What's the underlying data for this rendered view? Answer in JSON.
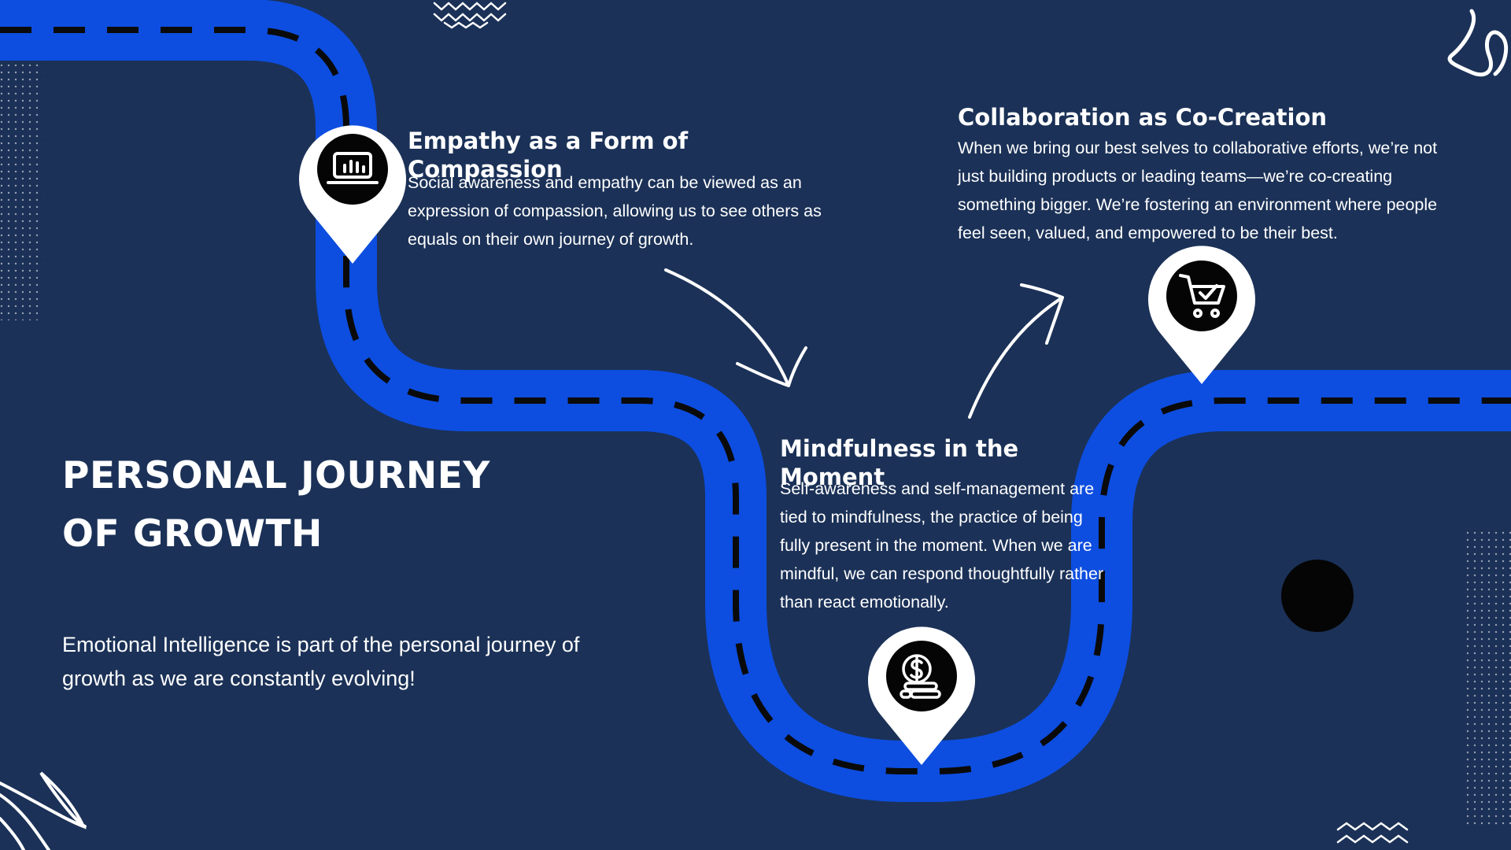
{
  "title_lines": [
    "PERSONAL JOURNEY",
    "OF GROWTH"
  ],
  "intro": "Emotional Intelligence is part of the personal journey of growth as we are constantly evolving!",
  "milestones": [
    {
      "title": "Empathy as a Form of Compassion",
      "body": "Social awareness and empathy can be viewed as an expression of compassion, allowing us to see others as equals on their own journey of growth.",
      "icon": "laptop-chart-icon"
    },
    {
      "title": "Collaboration as Co-Creation",
      "body": "When we bring our best selves to collaborative efforts, we’re not just building products or leading teams—we’re co-creating something bigger. We’re fostering an environment where people feel seen, valued, and empowered to be their best.",
      "icon": "shopping-cart-check-icon"
    },
    {
      "title": "Mindfulness in the Moment",
      "body": "Self-awareness and self-management are tied to mindfulness, the practice of being fully present in the moment. When we are mindful, we can respond thoughtfully rather than react emotionally.",
      "icon": "money-coins-icon"
    }
  ],
  "colors": {
    "background": "#1b3157",
    "road": "#0d4ee0",
    "road_dash": "#0a0a0a",
    "pin": "#ffffff",
    "icon_circle": "#050505",
    "text": "#ffffff"
  }
}
